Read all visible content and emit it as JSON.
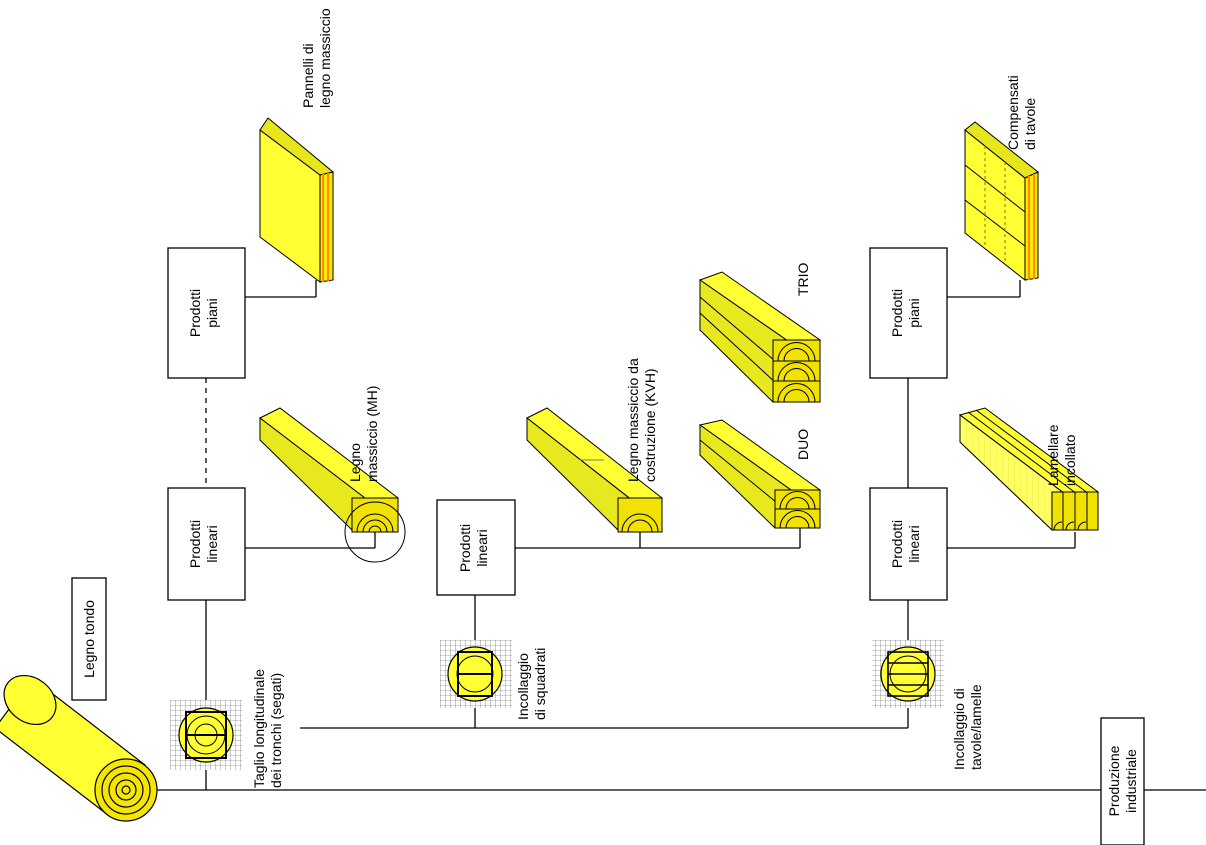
{
  "colors": {
    "wood_face": "#ffff33",
    "wood_side": "#e6e61a",
    "wood_end": "#e8d800",
    "panel_edge": "#ff8a00",
    "line": "#000000"
  },
  "labels": {
    "round_wood": "Legno tondo",
    "industrial": [
      "Produzione",
      "industriale"
    ],
    "sawing": [
      "Taglio longitudinale",
      "dei tronchi (segati)"
    ],
    "glue_beams": [
      "Incollaggio",
      "di squadrati"
    ],
    "glue_boards": [
      "Incollaggio di",
      "tavole/lamelle"
    ],
    "linear_1": [
      "Prodotti",
      "lineari"
    ],
    "flat_1": [
      "Prodotti",
      "piani"
    ],
    "linear_2": [
      "Prodotti",
      "lineari"
    ],
    "linear_3": [
      "Prodotti",
      "lineari"
    ],
    "flat_3": [
      "Prodotti",
      "piani"
    ],
    "solid_wood": [
      "Legno",
      "massiccio (MH)"
    ],
    "solid_panels": [
      "Pannelli di",
      "legno massiccio"
    ],
    "kvh": [
      "Legno massiccio da",
      "costruzione (KVH)"
    ],
    "duo": "DUO",
    "trio": "TRIO",
    "glulam": [
      "Lamellare",
      "incollato"
    ],
    "ply_boards": [
      "Compensati",
      "di tavole"
    ]
  }
}
